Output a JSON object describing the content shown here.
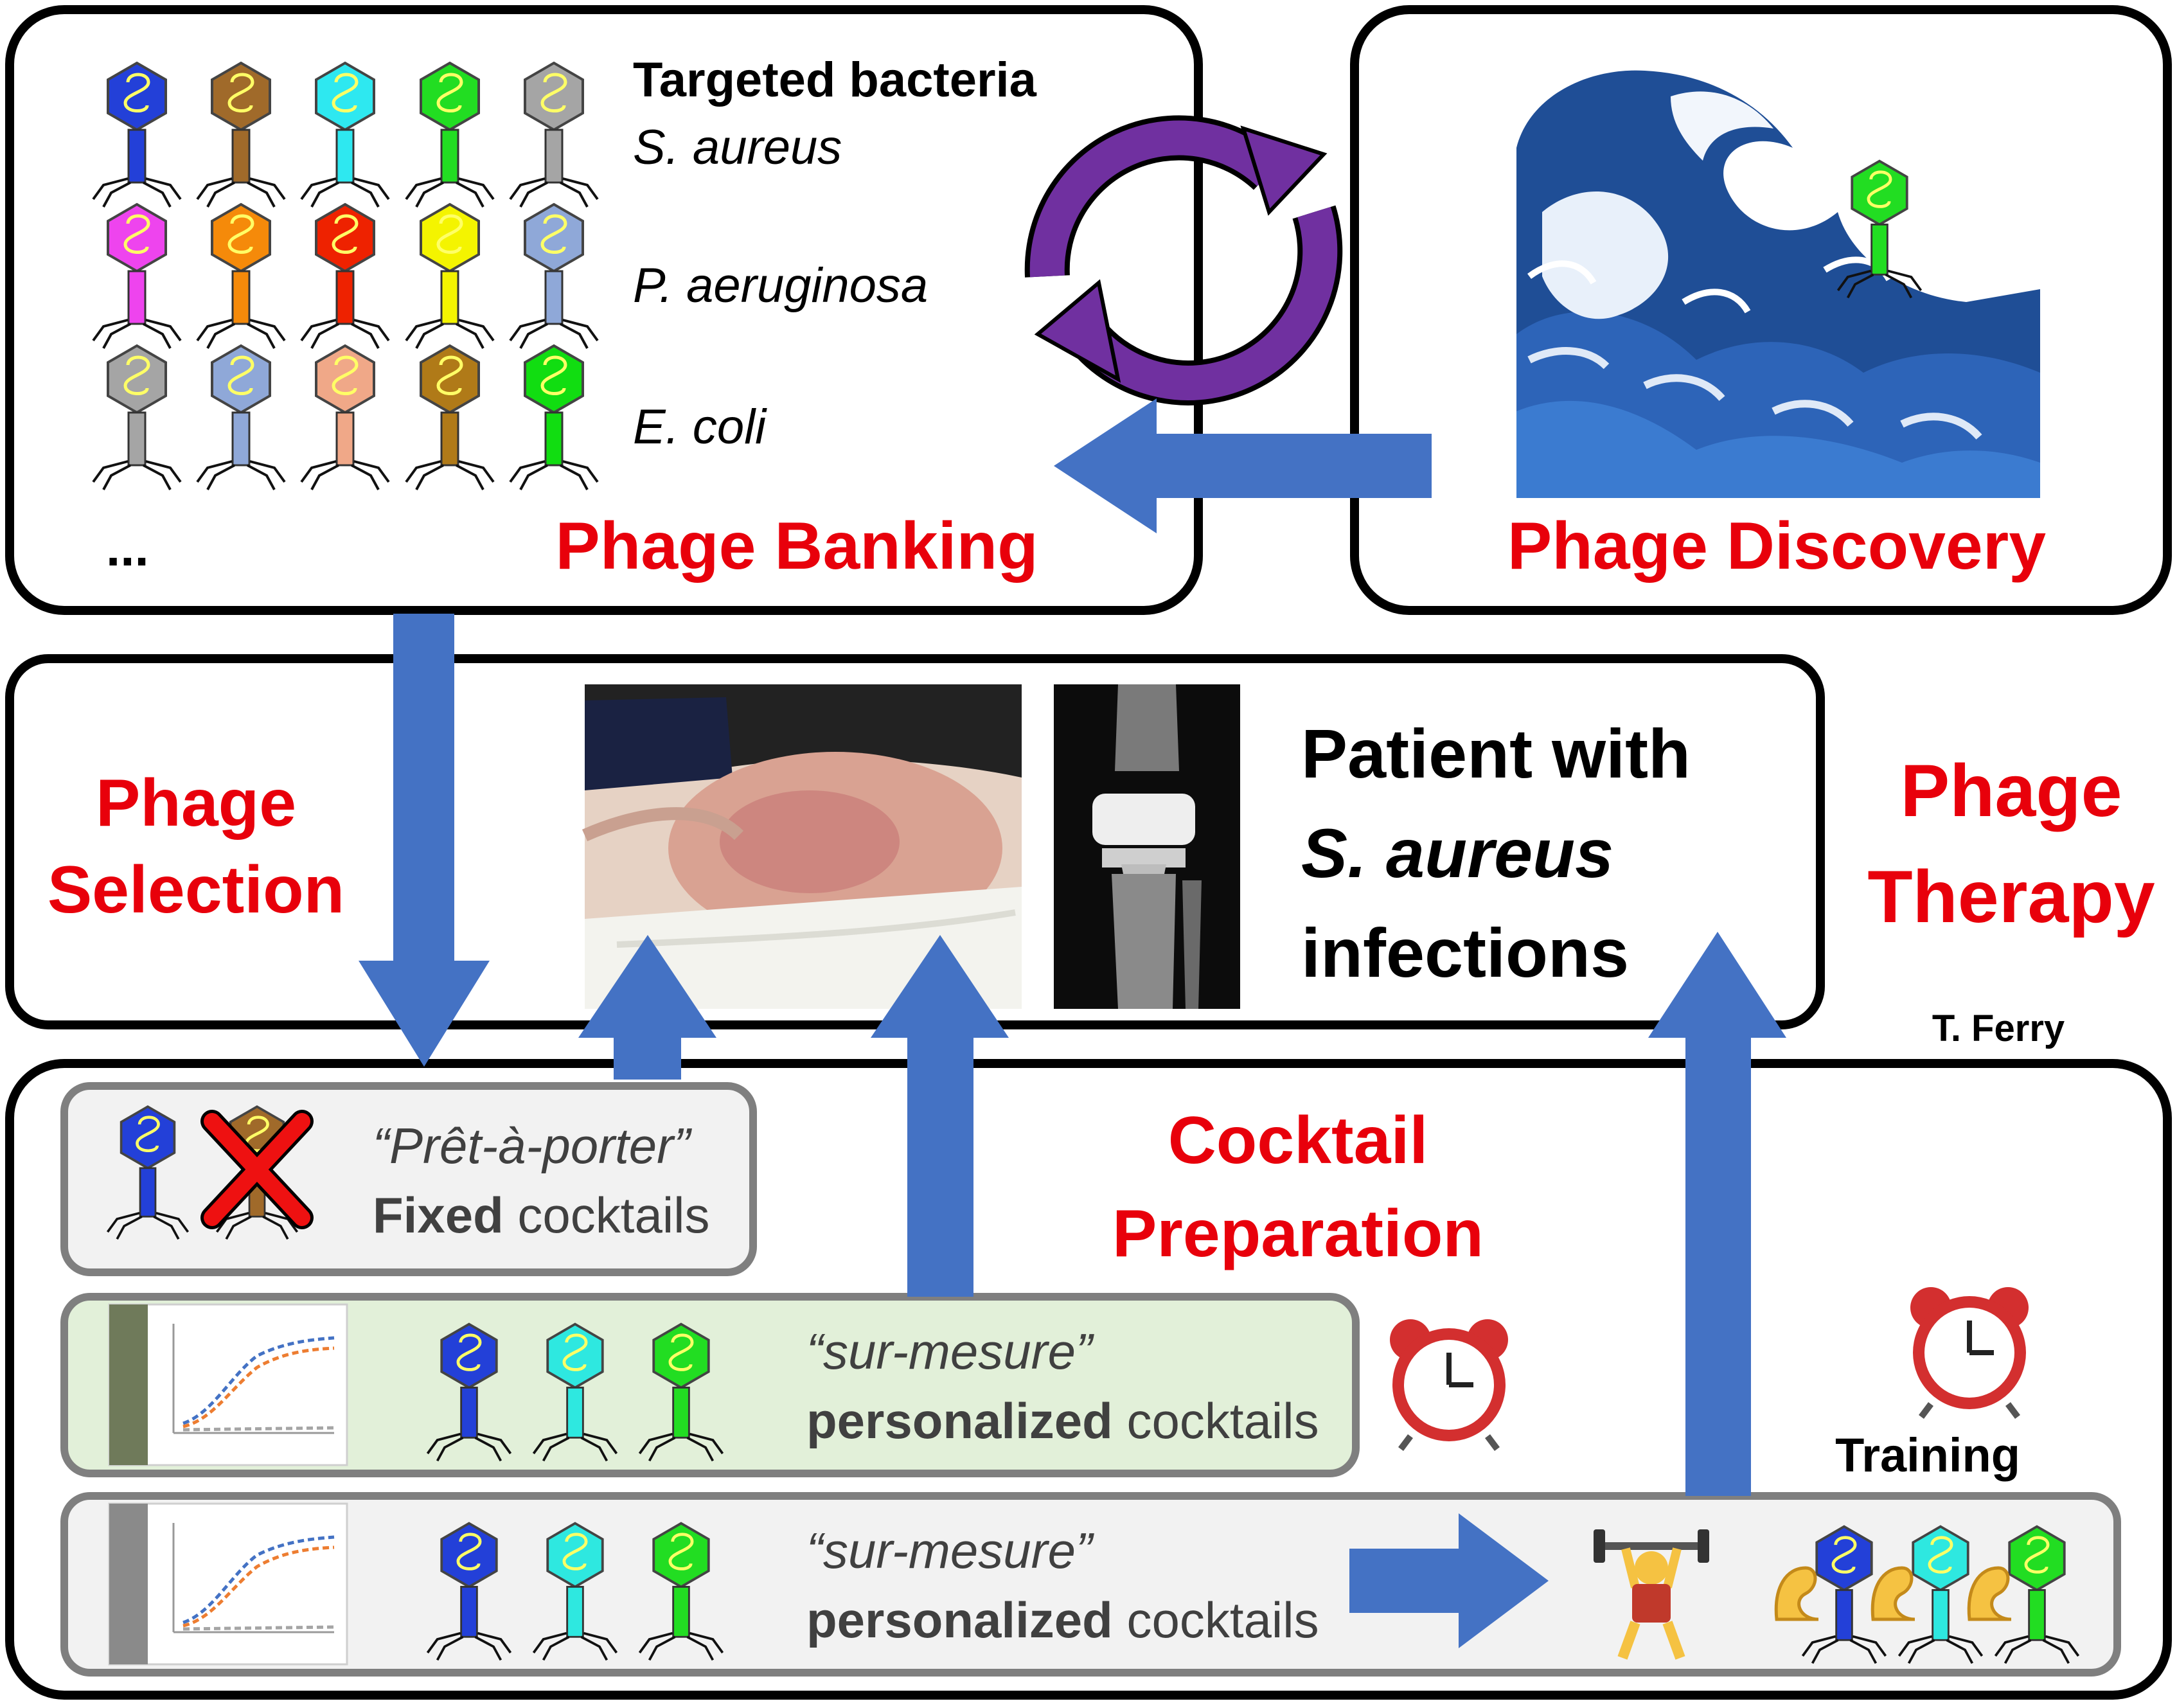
{
  "banking": {
    "title": "Phage Banking",
    "heading": "Targeted bacteria",
    "bacteria": [
      "S. aureus",
      "P. aeruginosa",
      "E. coli"
    ],
    "ellipsis": "...",
    "grid_colors": [
      [
        "#2340d8",
        "#a06a2a",
        "#2ee8f0",
        "#22dd22",
        "#a5a5a5"
      ],
      [
        "#ee44ee",
        "#f58a0a",
        "#ee2200",
        "#f4f400",
        "#8fa8d8"
      ],
      [
        "#a5a5a5",
        "#8fa8d8",
        "#f0a888",
        "#b07a18",
        "#11dd11"
      ]
    ]
  },
  "discovery": {
    "title": "Phage Discovery",
    "phage_color": "#22dd22"
  },
  "selection": {
    "title_line1": "Phage",
    "title_line2": "Selection"
  },
  "therapy": {
    "title_line1": "Phage",
    "title_line2": "Therapy",
    "author": "T. Ferry"
  },
  "patient": {
    "line1": "Patient with",
    "line2": "S. aureus",
    "line3": "infections"
  },
  "cocktail": {
    "title_line1": "Cocktail",
    "title_line2": "Preparation",
    "fixed": {
      "quote": "“Prêt-à-porter”",
      "bold": "Fixed",
      "rest": " cocktails",
      "colors": [
        "#2340d8",
        "#a06a2a"
      ]
    },
    "personalized": {
      "quote": "“sur-mesure”",
      "bold": "personalized",
      "rest": " cocktails",
      "colors": [
        "#2340d8",
        "#2ee8e0",
        "#22dd22"
      ]
    },
    "trained": {
      "quote": "“sur-mesure”",
      "bold": "personalized",
      "rest": " cocktails",
      "colors": [
        "#2340d8",
        "#2ee8e0",
        "#22dd22"
      ]
    },
    "training_label": "Training"
  },
  "colors": {
    "arrow": "#4472c4",
    "title_red": "#e8000b",
    "cycle": "#7030a0",
    "personalized_bg": "#e2f0d9",
    "trained_bg": "#f2f2f2"
  },
  "icons": [
    "alarm-clock-icon",
    "weightlifter-icon",
    "flexed-biceps-icon",
    "red-cross-icon",
    "cycle-arrows-icon"
  ]
}
